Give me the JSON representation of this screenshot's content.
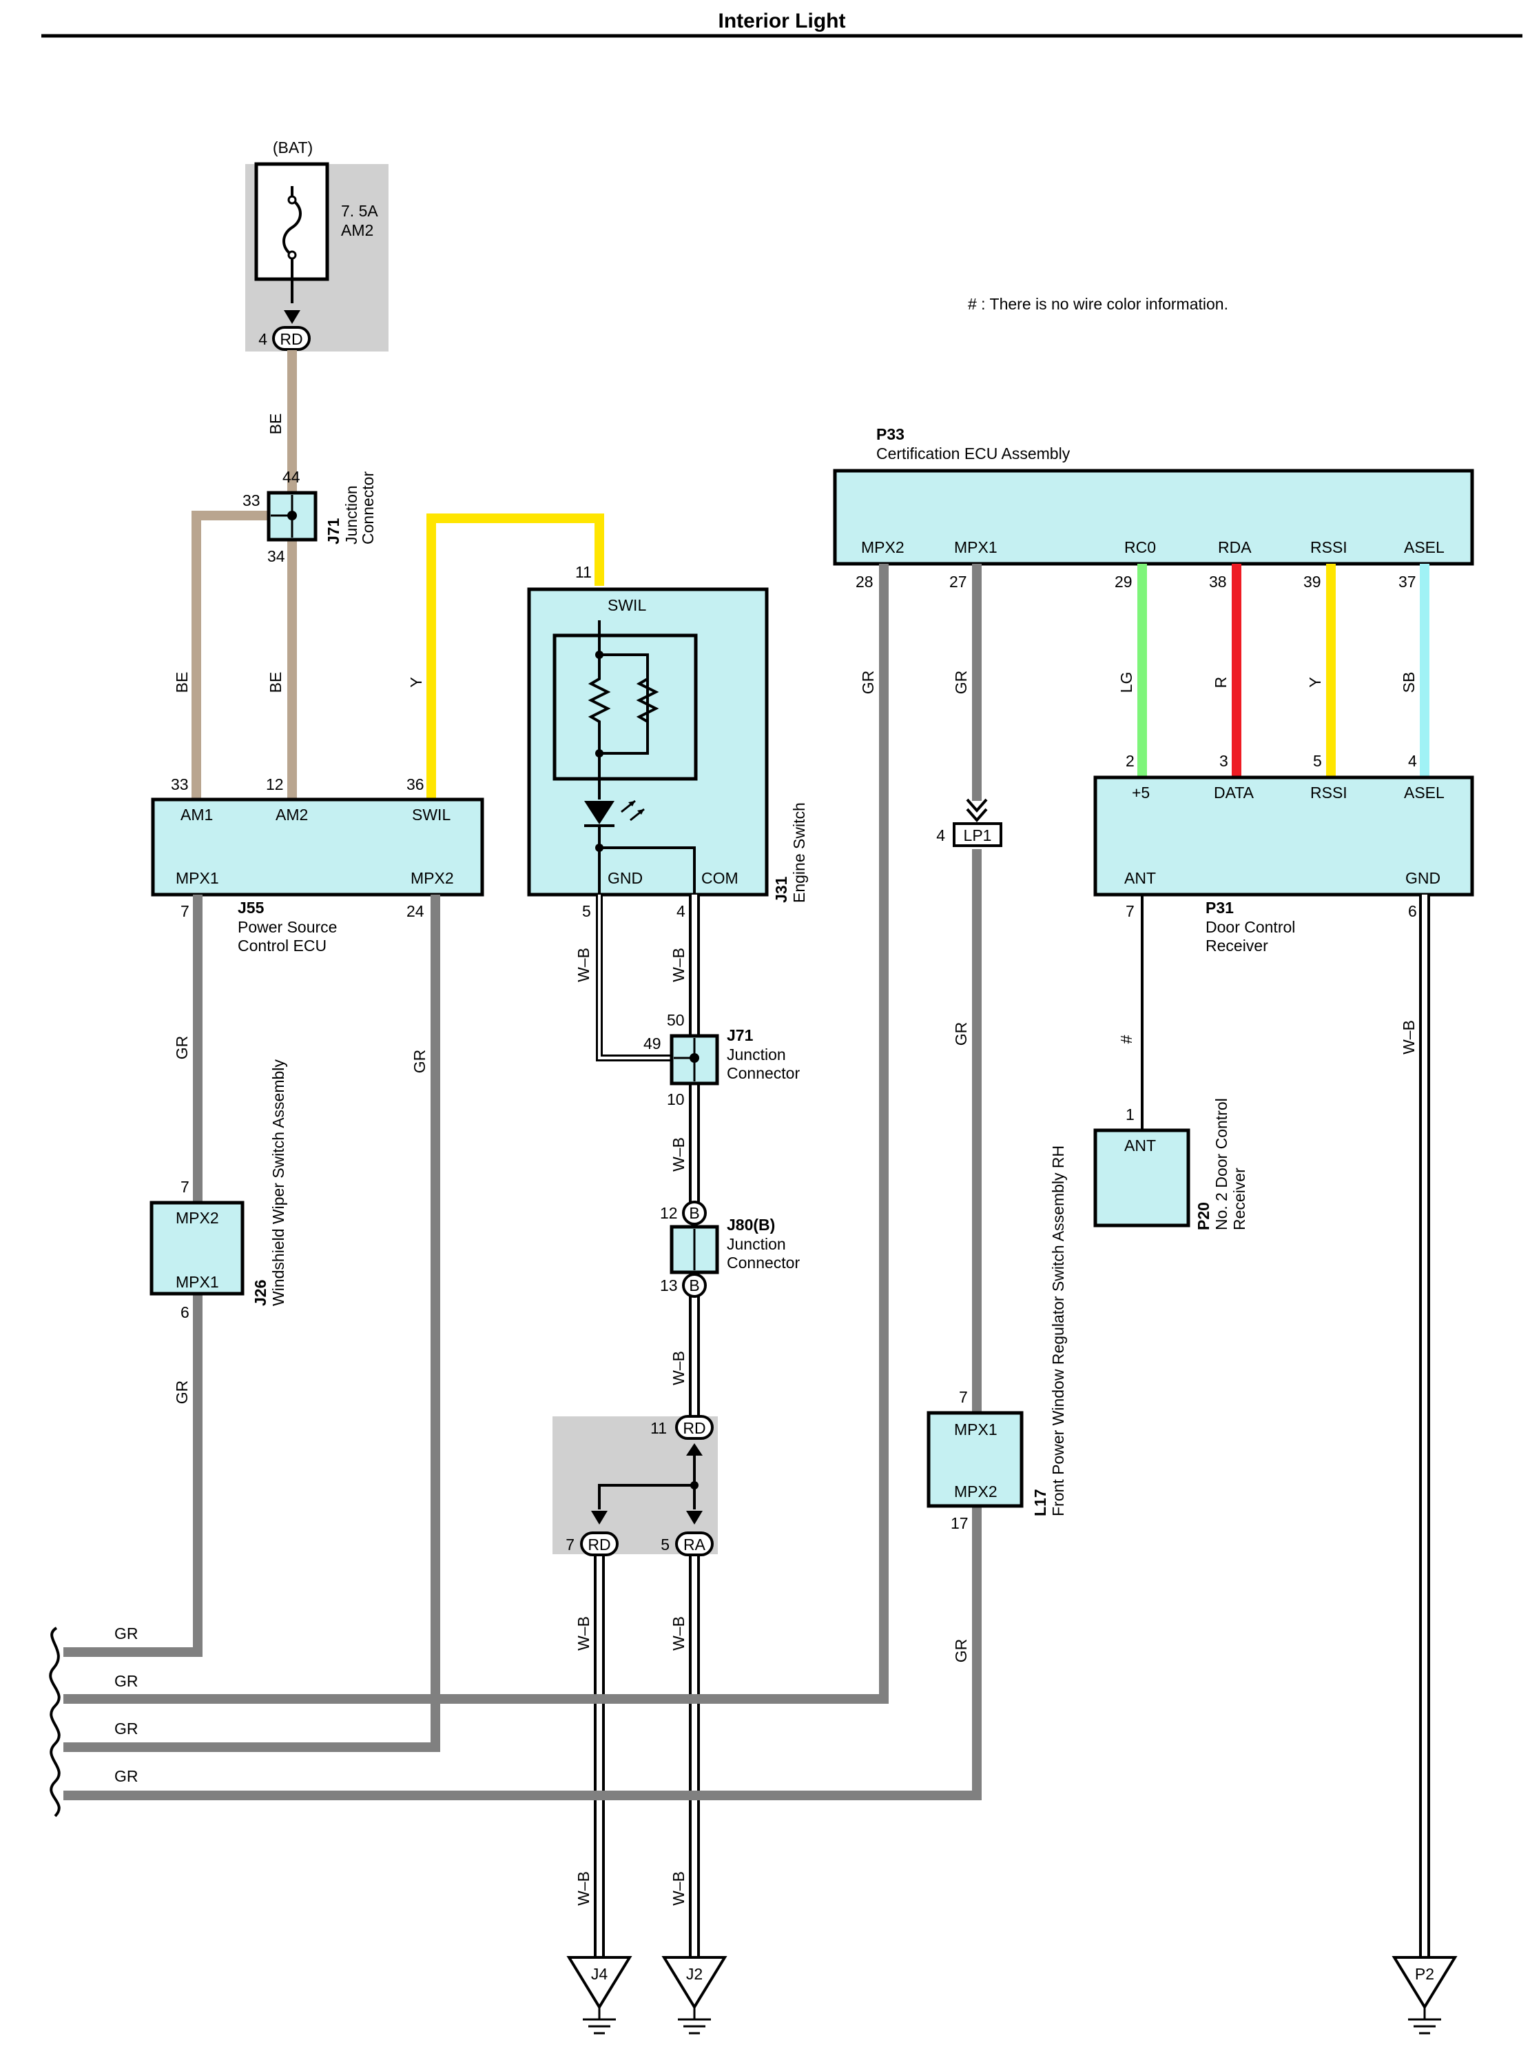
{
  "title": "Interior Light",
  "note": "# : There is no wire color information.",
  "components": {
    "bat": {
      "label": "(BAT)",
      "fuse_rating": "7. 5A",
      "fuse_name": "AM2",
      "pin": "4",
      "conn": "RD"
    },
    "j71a": {
      "id": "J71",
      "name": "Junction",
      "name2": "Connector",
      "pins": {
        "p44": "44",
        "p33": "33",
        "p34": "34"
      }
    },
    "j55": {
      "id": "J55",
      "name": "Power Source",
      "name2": "Control ECU",
      "terms": {
        "am1": "AM1",
        "am2": "AM2",
        "swil": "SWIL",
        "mpx1": "MPX1",
        "mpx2": "MPX2"
      },
      "pins": {
        "p33": "33",
        "p12": "12",
        "p36": "36",
        "p7": "7",
        "p24": "24"
      }
    },
    "j31": {
      "id": "J31",
      "name": "Engine Switch",
      "terms": {
        "swil": "SWIL",
        "gnd": "GND",
        "com": "COM"
      },
      "pins": {
        "p11": "11",
        "p5": "5",
        "p4": "4"
      }
    },
    "j71b": {
      "id": "J71",
      "name": "Junction",
      "name2": "Connector",
      "pins": {
        "p50": "50",
        "p49": "49",
        "p10": "10"
      }
    },
    "j80": {
      "id": "J80(B)",
      "name": "Junction",
      "name2": "Connector",
      "pins": {
        "p12": "12",
        "p13": "13"
      },
      "conn": "B"
    },
    "j26": {
      "id": "J26",
      "name": "Windshield Wiper Switch Assembly",
      "terms": {
        "mpx2": "MPX2",
        "mpx1": "MPX1"
      },
      "pins": {
        "p7": "7",
        "p6": "6"
      }
    },
    "jb": {
      "pins": {
        "p11": "11",
        "p7": "7",
        "p5": "5"
      },
      "conns": {
        "c11": "RD",
        "c7": "RD",
        "c5": "RA"
      }
    },
    "p33": {
      "id": "P33",
      "name": "Certification ECU Assembly",
      "terms": {
        "mpx2": "MPX2",
        "mpx1": "MPX1",
        "rc0": "RC0",
        "rda": "RDA",
        "rssi": "RSSI",
        "asel": "ASEL"
      },
      "pins": {
        "p28": "28",
        "p27": "27",
        "p29": "29",
        "p38": "38",
        "p39": "39",
        "p37": "37"
      }
    },
    "p31": {
      "id": "P31",
      "name": "Door Control",
      "name2": "Receiver",
      "terms": {
        "plus5": "+5",
        "data": "DATA",
        "rssi": "RSSI",
        "asel": "ASEL",
        "ant": "ANT",
        "gnd": "GND"
      },
      "pins": {
        "p2": "2",
        "p3": "3",
        "p5": "5",
        "p4": "4",
        "p7": "7",
        "p6": "6"
      }
    },
    "p20": {
      "id": "P20",
      "name": "No. 2 Door Control",
      "name2": "Receiver",
      "term": "ANT",
      "pin": "1"
    },
    "lp1": {
      "pin": "4",
      "conn": "LP1"
    },
    "l17": {
      "id": "L17",
      "name": "Front Power Window Regulator Switch Assembly RH",
      "terms": {
        "mpx1": "MPX1",
        "mpx2": "MPX2"
      },
      "pins": {
        "p7": "7",
        "p17": "17"
      }
    }
  },
  "wire_labels": {
    "be": "BE",
    "y": "Y",
    "gr": "GR",
    "wb": "W–B",
    "lg": "LG",
    "r": "R",
    "sb": "SB",
    "hash": "#"
  },
  "grounds": {
    "j4": "J4",
    "j2": "J2",
    "p2": "P2"
  },
  "wire_colors": {
    "gr": "#808080",
    "be": "#b9a58f",
    "y": "#ffe500",
    "lg": "#7ef57a",
    "r": "#ee1c24",
    "sb": "#a0f2f5",
    "box": "#c5f0f2",
    "shade": "#d0d0d0"
  }
}
